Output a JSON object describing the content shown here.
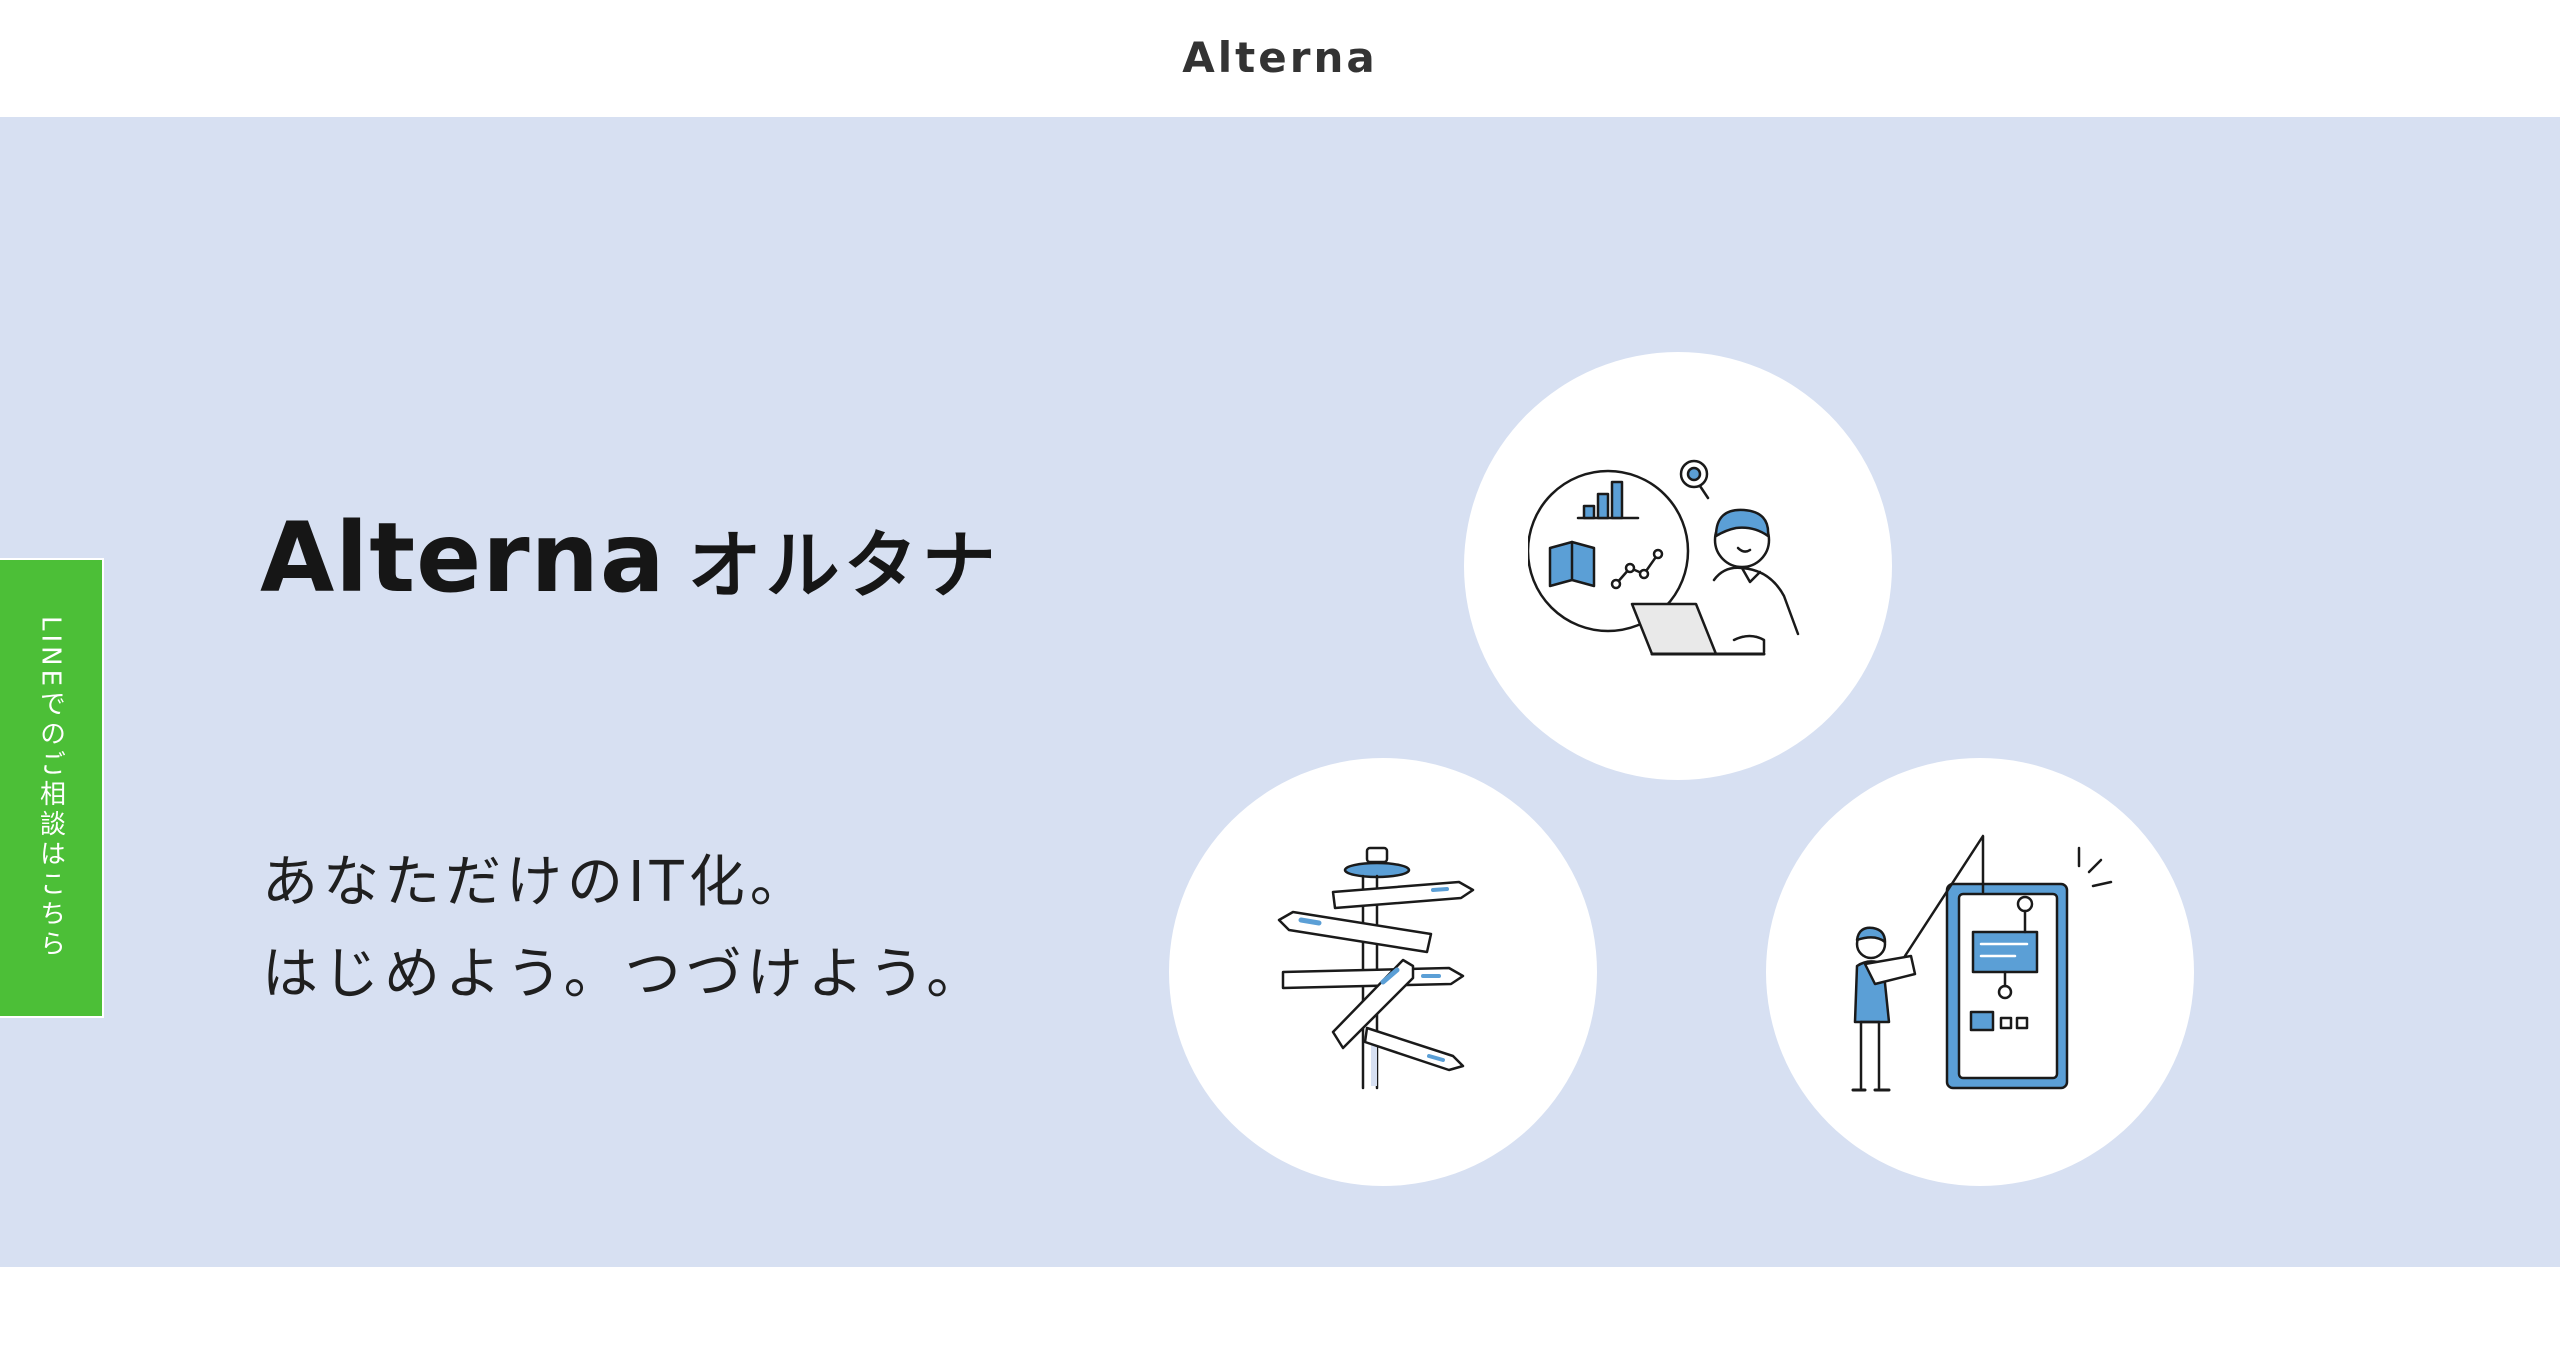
{
  "header": {
    "logo": "Alterna"
  },
  "line_tab": {
    "label": "LINEでのご相談はこちら",
    "color": "#4cbf37"
  },
  "hero": {
    "background": "#d7e0f2",
    "title_en": "Alterna",
    "title_ja": "オルタナ",
    "tagline_line1": "あなただけのIT化。",
    "tagline_line2": "はじめよう。つづけよう。"
  },
  "illustrations": [
    {
      "icon": "person-laptop-data-analysis-illustration"
    },
    {
      "icon": "signpost-directions-illustration"
    },
    {
      "icon": "person-tablet-app-illustration"
    }
  ],
  "accent": "#5b9fd6"
}
